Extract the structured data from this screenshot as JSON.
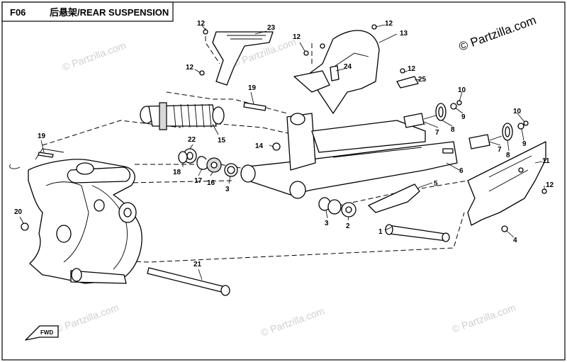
{
  "diagram": {
    "code": "F06",
    "title": "后悬架/REAR SUSPENSION",
    "watermark_top": "© Partzilla.com",
    "watermark_repeat": "© Partzilla.com",
    "fwd_label": "FWD",
    "callouts": [
      {
        "id": "c1",
        "label": "1"
      },
      {
        "id": "c2",
        "label": "2"
      },
      {
        "id": "c3a",
        "label": "3"
      },
      {
        "id": "c3b",
        "label": "3"
      },
      {
        "id": "c4",
        "label": "4"
      },
      {
        "id": "c5",
        "label": "5"
      },
      {
        "id": "c6",
        "label": "6"
      },
      {
        "id": "c7a",
        "label": "7"
      },
      {
        "id": "c7b",
        "label": "7"
      },
      {
        "id": "c8a",
        "label": "8"
      },
      {
        "id": "c8b",
        "label": "8"
      },
      {
        "id": "c9a",
        "label": "9"
      },
      {
        "id": "c9b",
        "label": "9"
      },
      {
        "id": "c10a",
        "label": "10"
      },
      {
        "id": "c10b",
        "label": "10"
      },
      {
        "id": "c11",
        "label": "11"
      },
      {
        "id": "c12a",
        "label": "12"
      },
      {
        "id": "c12b",
        "label": "12"
      },
      {
        "id": "c12c",
        "label": "12"
      },
      {
        "id": "c12d",
        "label": "12"
      },
      {
        "id": "c12e",
        "label": "12"
      },
      {
        "id": "c12f",
        "label": "12"
      },
      {
        "id": "c13",
        "label": "13"
      },
      {
        "id": "c14",
        "label": "14"
      },
      {
        "id": "c15",
        "label": "15"
      },
      {
        "id": "c16",
        "label": "16"
      },
      {
        "id": "c17",
        "label": "17"
      },
      {
        "id": "c18",
        "label": "18"
      },
      {
        "id": "c19a",
        "label": "19"
      },
      {
        "id": "c19b",
        "label": "19"
      },
      {
        "id": "c20",
        "label": "20"
      },
      {
        "id": "c21",
        "label": "21"
      },
      {
        "id": "c22",
        "label": "22"
      },
      {
        "id": "c23",
        "label": "23"
      },
      {
        "id": "c24",
        "label": "24"
      },
      {
        "id": "c25",
        "label": "25"
      }
    ]
  }
}
